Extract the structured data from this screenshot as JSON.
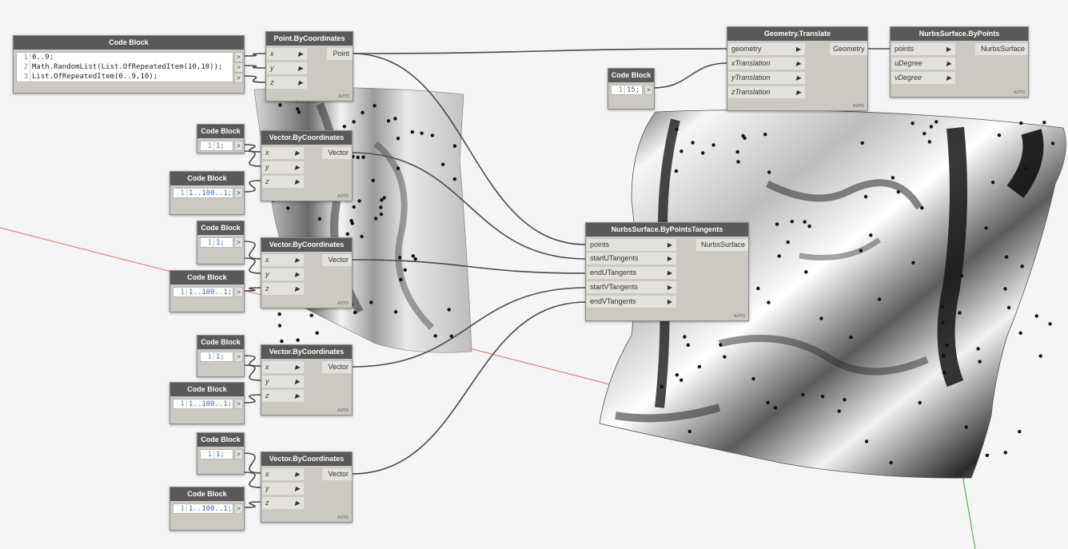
{
  "nodes": {
    "cb_main": {
      "title": "Code Block",
      "lines": [
        "0..9;",
        "Math.RandomList(List.OfRepeatedItem(10,10));",
        "List.OfRepeatedItem(0..9,10);"
      ],
      "line_nums": [
        "1",
        "2",
        "3"
      ]
    },
    "point": {
      "title": "Point.ByCoordinates",
      "inputs": [
        "x",
        "y",
        "z"
      ],
      "output": "Point",
      "auto": "AUTO"
    },
    "cb_a1": {
      "title": "Code Block",
      "line": "1;",
      "num": "1"
    },
    "cb_a2": {
      "title": "Code Block",
      "line": "1..100..1;",
      "num": "1"
    },
    "cb_b1": {
      "title": "Code Block",
      "line": "1;",
      "num": "1"
    },
    "cb_b2": {
      "title": "Code Block",
      "line": "1..100..1;",
      "num": "1"
    },
    "cb_c1": {
      "title": "Code Block",
      "line": "1;",
      "num": "1"
    },
    "cb_c2": {
      "title": "Code Block",
      "line": "1..100..1;",
      "num": "1"
    },
    "cb_d1": {
      "title": "Code Block",
      "line": "1;",
      "num": "1"
    },
    "cb_d2": {
      "title": "Code Block",
      "line": "1..100..1;",
      "num": "1"
    },
    "vec1": {
      "title": "Vector.ByCoordinates",
      "inputs": [
        "x",
        "y",
        "z"
      ],
      "output": "Vector",
      "auto": "AUTO"
    },
    "vec2": {
      "title": "Vector.ByCoordinates",
      "inputs": [
        "x",
        "y",
        "z"
      ],
      "output": "Vector",
      "auto": "AUTO"
    },
    "vec3": {
      "title": "Vector.ByCoordinates",
      "inputs": [
        "x",
        "y",
        "z"
      ],
      "output": "Vector",
      "auto": "AUTO"
    },
    "vec4": {
      "title": "Vector.ByCoordinates",
      "inputs": [
        "x",
        "y",
        "z"
      ],
      "output": "Vector",
      "auto": "AUTO"
    },
    "nurbs_tan": {
      "title": "NurbsSurface.ByPointsTangents",
      "inputs": [
        "points",
        "startUTangents",
        "endUTangents",
        "startVTangents",
        "endVTangents"
      ],
      "output": "NurbsSurface",
      "auto": "AUTO"
    },
    "cb_15": {
      "title": "Code Block",
      "line": "15;",
      "num": "1"
    },
    "translate": {
      "title": "Geometry.Translate",
      "inputs": [
        "geometry",
        "xTranslation",
        "yTranslation",
        "zTranslation"
      ],
      "output": "Geometry",
      "auto": "AUTO"
    },
    "nurbs_pts": {
      "title": "NurbsSurface.ByPoints",
      "inputs": [
        "points",
        "uDegree",
        "vDegree"
      ],
      "output": "NurbsSurface",
      "auto": "AUTO"
    }
  },
  "port_symbol": ">",
  "colors": {
    "wire": "#4a4a4a",
    "header": "#5a5858",
    "node_body": "#ccc9c3",
    "x_axis": "#e86a6a",
    "y_axis": "#3aa23a",
    "z_axis": "#3a5ad8"
  }
}
